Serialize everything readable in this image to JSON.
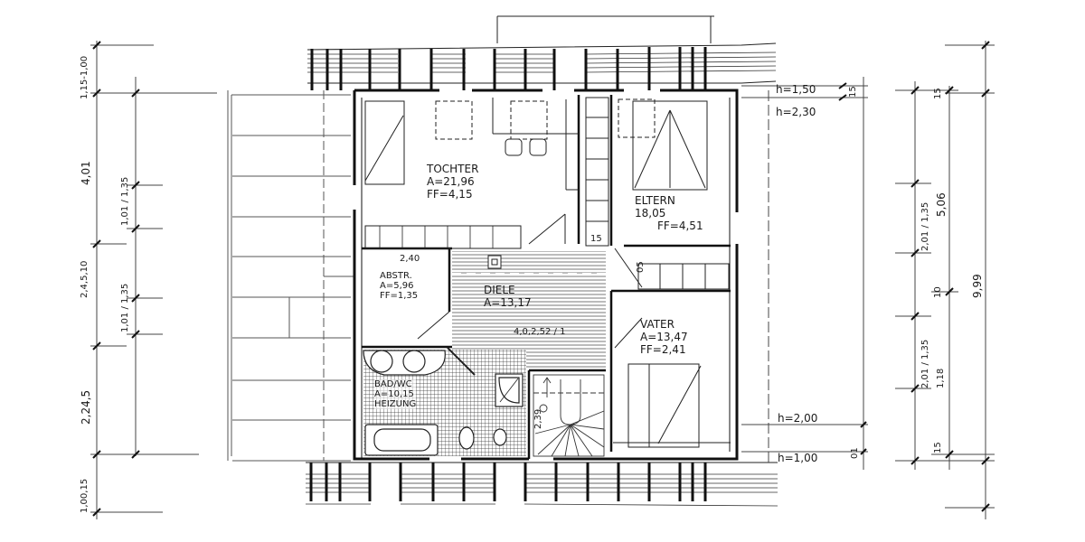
{
  "drawing": {
    "type": "architectural floor plan (upper floor, hand-sketched)",
    "rooms": [
      {
        "id": "tochter",
        "name": "TOCHTER",
        "area": "A=21,96",
        "floor_area": "FF=4,15"
      },
      {
        "id": "eltern",
        "name": "ELTERN",
        "area": "18,05",
        "floor_area": "FF=4,51"
      },
      {
        "id": "abstell",
        "name": "ABSTR.",
        "area": "A=5,96",
        "floor_area": "FF=1,35",
        "width_dim": "2,40"
      },
      {
        "id": "diele",
        "name": "DIELE",
        "area": "A=13,17",
        "note": "4,0,2,52 / 1"
      },
      {
        "id": "vater",
        "name": "VATER",
        "area": "A=13,47",
        "floor_area": "FF=2,41"
      },
      {
        "id": "bad",
        "name": "BAD/WC",
        "area": "A=10,15",
        "note": "HEIZUNG"
      }
    ],
    "height_notes": [
      {
        "id": "h150",
        "text": "h=1,50"
      },
      {
        "id": "h230",
        "text": "h=2,30"
      },
      {
        "id": "h200",
        "text": "h=2,00"
      },
      {
        "id": "h100",
        "text": "h=1,00"
      }
    ],
    "small_dims": {
      "top_right_15": "15",
      "diele_15": "15",
      "eltern_05": "05",
      "bottom_right_01": "01",
      "stair_239": "2,39"
    },
    "left_dims": {
      "outer": [
        "1,15-1,00",
        "4,01",
        "2,4,5,10",
        "2,24,5",
        "1,00,15"
      ],
      "inner": [
        "1,01 / 1,35",
        "1,01 / 1,35"
      ]
    },
    "right_dims": {
      "col1": [
        "2,01 / 1,35",
        "2,01 / 1,35"
      ],
      "col2": [
        "15",
        "5,06",
        "10",
        "1,18",
        "15"
      ],
      "col3": [
        "9,99"
      ]
    }
  }
}
